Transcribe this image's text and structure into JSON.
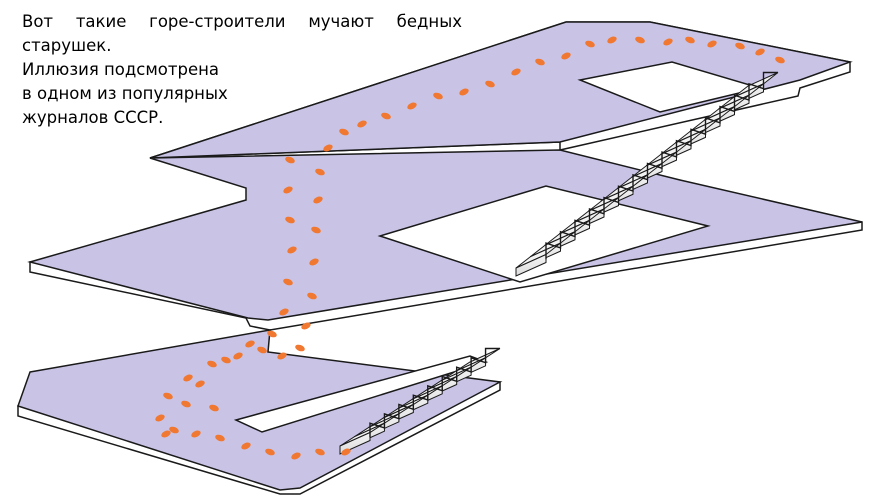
{
  "caption": {
    "lines": [
      "Вот такие горе-строители мучают бедных",
      "старушек.",
      "Иллюзия подсмотрена",
      "в одном из популярных",
      "журналов СССР."
    ]
  },
  "colors": {
    "floor": "#c9c3e6",
    "floor_edge": "#ffffff",
    "outline": "#1a1a1a",
    "footprints": "#f07830",
    "background": "#ffffff"
  },
  "illustration": {
    "subject": "impossible-staircase-illusion",
    "floors": 3,
    "flights": 2
  }
}
